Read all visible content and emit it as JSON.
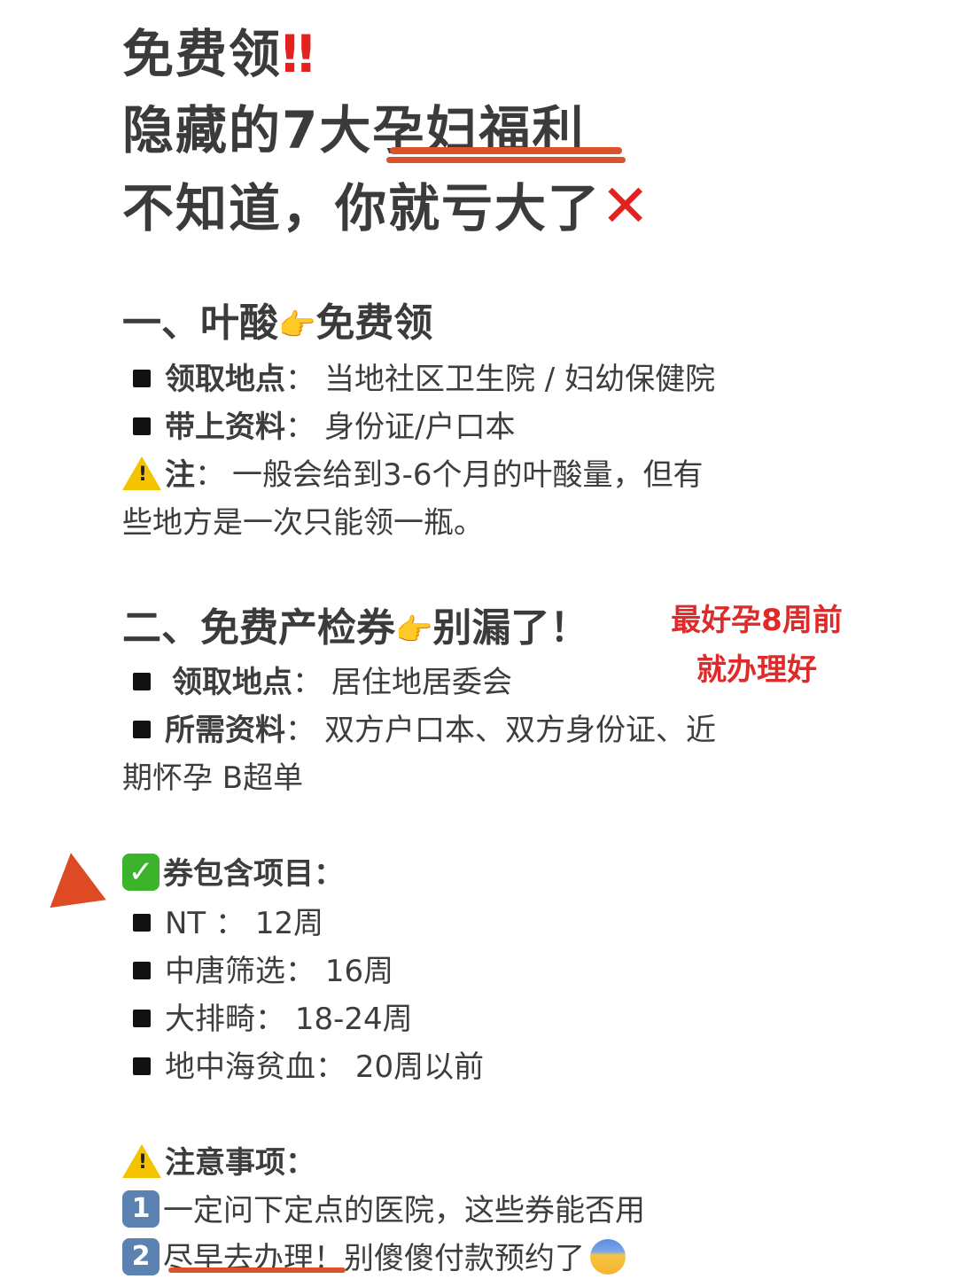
{
  "title": {
    "line1": "免费领",
    "line1_mark": "‼",
    "line2_prefix": "隐藏的7大",
    "line2_highlight": "孕妇福利",
    "line3": "不知道，你就亏大了",
    "line3_mark": "✕"
  },
  "section1": {
    "heading_prefix": "一、叶酸",
    "heading_icon": "pointing-right-hand-icon",
    "heading_suffix": "免费领",
    "items": [
      {
        "label": "领取地点",
        "sep": "：",
        "value": "当地社区卫生院 / 妇幼保健院"
      },
      {
        "label": "带上资料",
        "sep": "：",
        "value": "身份证/户口本"
      }
    ],
    "note_label": "注",
    "note_sep": "：",
    "note_line1": "一般会给到3-6个月的叶酸量，但有",
    "note_line2": "些地方是一次只能领一瓶。"
  },
  "section2": {
    "heading_prefix": "二、免费产检券",
    "heading_suffix": "别漏了！",
    "side_note_line1": "最好孕8周前",
    "side_note_line2": "就办理好",
    "items": [
      {
        "label": "领取地点",
        "sep": "：",
        "value": "居住地居委会"
      },
      {
        "label": "所需资料",
        "sep": "：",
        "value": "双方户口本、双方身份证、近"
      }
    ],
    "items_cont": "期怀孕 B超单",
    "includes_heading": "券包含项目：",
    "includes": [
      {
        "label": "NT",
        "sep": " ： ",
        "value": "12周"
      },
      {
        "label": "中唐筛选",
        "sep": "： ",
        "value": "16周"
      },
      {
        "label": "大排畸",
        "sep": "： ",
        "value": "18-24周"
      },
      {
        "label": "地中海贫血",
        "sep": "： ",
        "value": "20周以前"
      }
    ],
    "notice_heading": "注意事项：",
    "notices": [
      {
        "num": "1",
        "text": "一定问下定点的医院，这些券能否用"
      },
      {
        "num": "2",
        "text_underlined": "尽早去办理！",
        "text": "别傻傻付款预约了"
      }
    ]
  },
  "colors": {
    "text": "#3b3b3b",
    "accent_red": "#e5211f",
    "underline_orange": "#d9542c",
    "check_green": "#3bb32a",
    "keycap_blue": "#5b82b1",
    "warning_yellow": "#f5c400"
  }
}
